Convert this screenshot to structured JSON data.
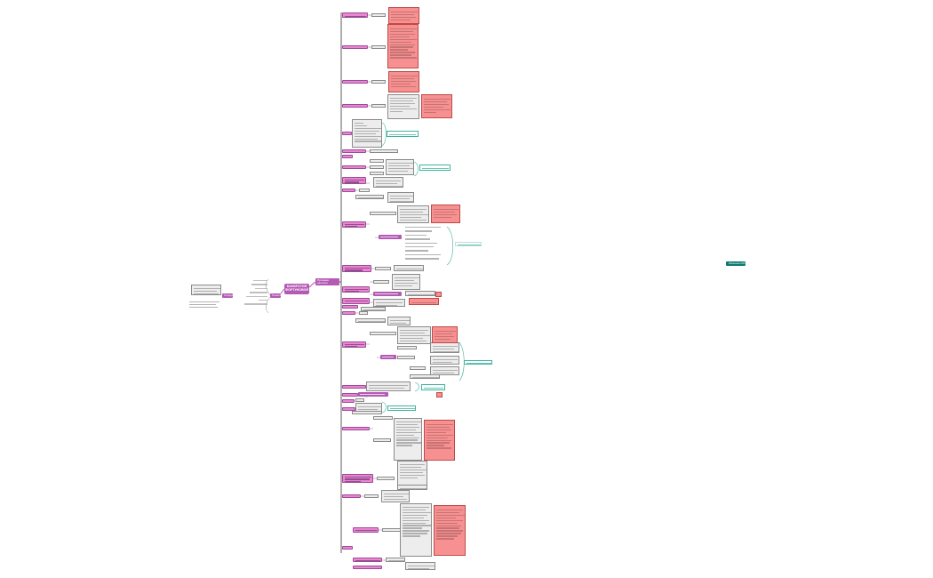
{
  "central": {
    "title": "БАНКРОТИЯ\nФОРТУНОВОЙ"
  },
  "main_branch": {
    "label": "Признаки наличия банкротства"
  },
  "left_branch": {
    "label": "Понятие"
  },
  "left_note": {
    "label": "Определения"
  },
  "floating_tag": {
    "label": "Изменения 2015 года"
  },
  "colors": {
    "accent_purple": "#b45ab4",
    "branch_pink": "#ea86cf",
    "detail_red": "#f79191",
    "detail_gray": "#ededed",
    "connector_teal": "#3fb39f",
    "tag_teal": "#0b7a70",
    "trunk_line": "#333333"
  }
}
